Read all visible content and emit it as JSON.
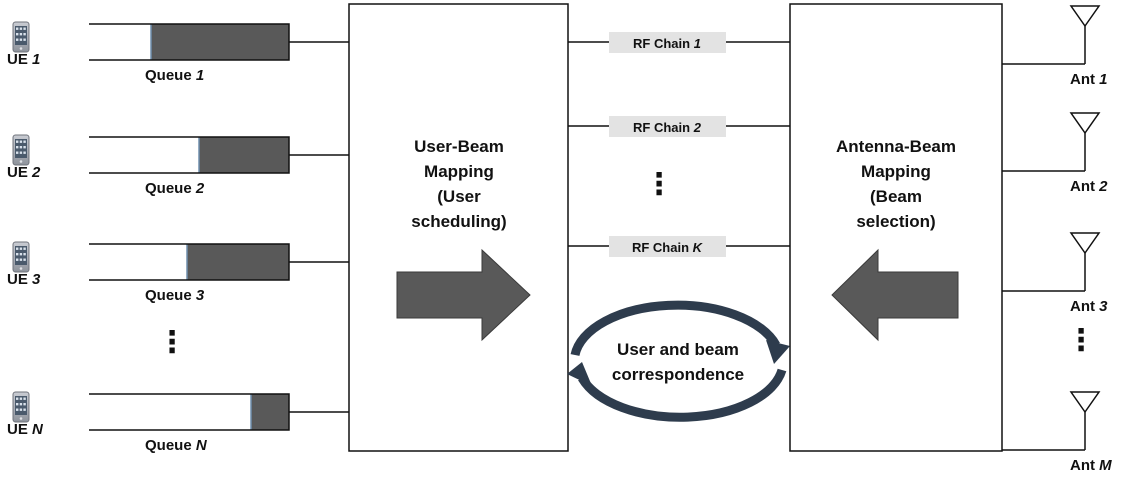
{
  "ues": [
    {
      "ue_name": "UE",
      "ue_index": "1",
      "queue_name": "Queue",
      "queue_index": "1",
      "fill_fraction": 0.69
    },
    {
      "ue_name": "UE",
      "ue_index": "2",
      "queue_name": "Queue",
      "queue_index": "2",
      "fill_fraction": 0.45
    },
    {
      "ue_name": "UE",
      "ue_index": "3",
      "queue_name": "Queue",
      "queue_index": "3",
      "fill_fraction": 0.51
    },
    {
      "ue_name": "UE",
      "ue_index": "N",
      "queue_name": "Queue",
      "queue_index": "N",
      "fill_fraction": 0.19
    }
  ],
  "ue_ellipsis": "⋮",
  "user_beam_box": {
    "lines": [
      "User-Beam",
      "Mapping",
      "(User",
      "scheduling)"
    ]
  },
  "rf_chains": [
    {
      "name": "RF Chain",
      "index": "1"
    },
    {
      "name": "RF Chain",
      "index": "2"
    },
    {
      "name": "RF Chain",
      "index": "K"
    }
  ],
  "rf_ellipsis": "⋮",
  "correspondence": {
    "lines": [
      "User and beam",
      "correspondence"
    ]
  },
  "antenna_beam_box": {
    "lines": [
      "Antenna-Beam",
      "Mapping",
      "(Beam",
      "selection)"
    ]
  },
  "antennas": [
    {
      "name": "Ant",
      "index": "1"
    },
    {
      "name": "Ant",
      "index": "2"
    },
    {
      "name": "Ant",
      "index": "3"
    },
    {
      "name": "Ant",
      "index": "M"
    }
  ],
  "ant_ellipsis": "⋮",
  "colors": {
    "queue_fill": "#595959",
    "arrow_fill": "#595959",
    "rf_label_bg": "#e3e3e3",
    "cycle_arrow": "#2e3c4d"
  }
}
